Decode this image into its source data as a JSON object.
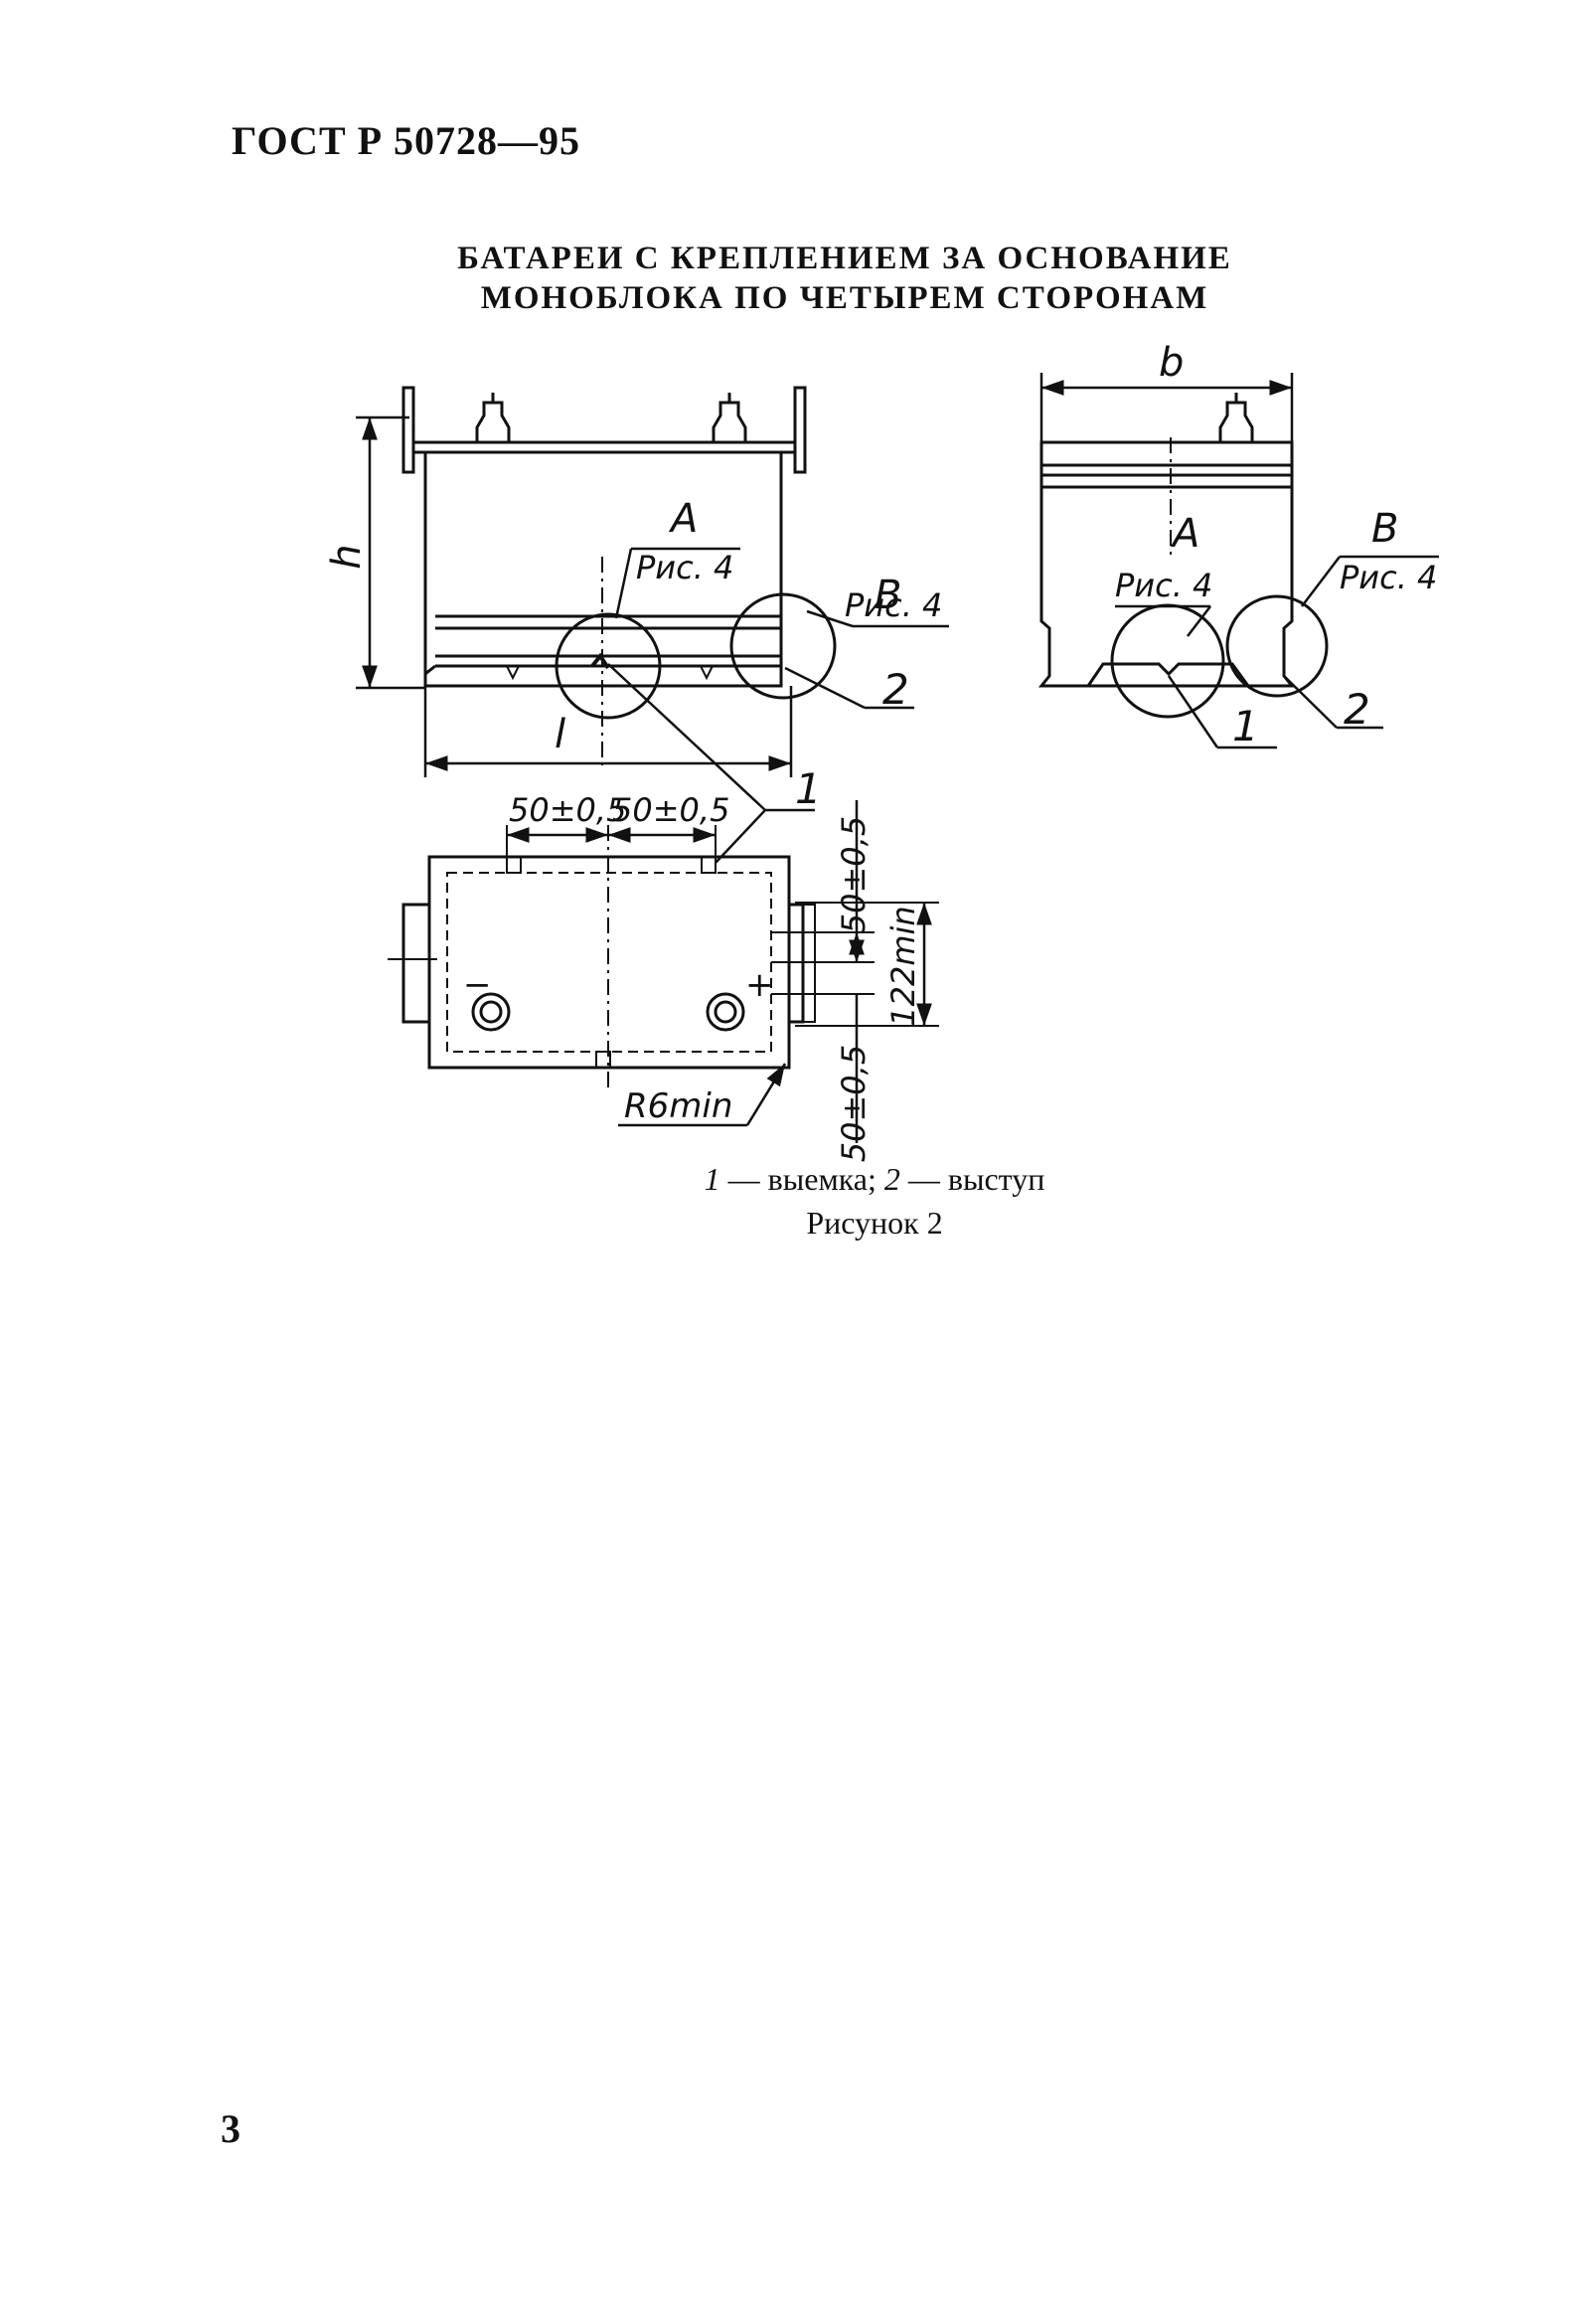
{
  "header": {
    "standard": "ГОСТ Р 50728—95"
  },
  "title": {
    "line1": "БАТАРЕИ С КРЕПЛЕНИЕМ ЗА ОСНОВАНИЕ",
    "line2": "МОНОБЛОКА ПО ЧЕТЫРЕМ СТОРОНАМ"
  },
  "drawing": {
    "labels": {
      "h": "h",
      "l": "l",
      "b": "b",
      "detail_a": "A",
      "detail_b": "B",
      "ref_fig": "Рис. 4",
      "callout_1": "1",
      "callout_2": "2",
      "dim_50_left": "50±0,5",
      "dim_50_right": "50±0,5",
      "dim_50_v_top": "50±0,5",
      "dim_50_v_bottom": "50±0,5",
      "dim_122": "122min",
      "radius": "R6min",
      "minus": "−",
      "plus": "+"
    }
  },
  "caption": {
    "num1": "1",
    "text1": " — выемка; ",
    "num2": "2",
    "text2": " — выступ",
    "figure": "Рисунок 2"
  },
  "page_number": "3"
}
